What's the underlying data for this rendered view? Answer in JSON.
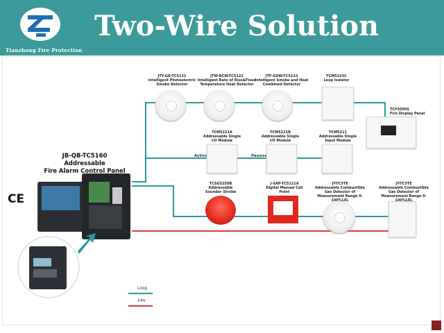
{
  "header": {
    "title": "Two-Wire Solution",
    "brand": "Tianzhong Fire Protection",
    "logo_icon": "tz-logo-icon",
    "bg_color": "#3d9a9a"
  },
  "panel": {
    "model": "JB-QB-TC5160",
    "line1": "Addressable",
    "line2": "Fire Alarm Control Panel"
  },
  "cert": "CE",
  "wire_labels": {
    "active": "Active",
    "passive": "Passive"
  },
  "devices_row1": [
    {
      "model": "JTY-GD-TC5121",
      "desc": "Intelligent Photoelectric Smoke Detector"
    },
    {
      "model": "JTW-BCW-TC5122",
      "desc": "Intelligent Rate of Rise&Fixed Temperature Heat Detector"
    },
    {
      "model": "JTF-GOW-TC5123",
      "desc": "Intelligent Smoke and Heat Combined Detector"
    },
    {
      "model": "TCM5223C",
      "desc": "Loop Isolator"
    },
    {
      "model": "TCF5050S",
      "desc": "Fire Display Panel"
    }
  ],
  "devices_row2": [
    {
      "model": "TCM5221A",
      "desc": "Addressable Single I/O Module"
    },
    {
      "model": "TCM5221B",
      "desc": "Addressable Single I/O Module"
    },
    {
      "model": "TCM5211",
      "desc": "Addressable Single Input Module"
    }
  ],
  "devices_row3": [
    {
      "model": "TCSG5250B",
      "desc": "Addressable Sounder Strobe"
    },
    {
      "model": "J-SAP-TC5121A",
      "desc": "Digital Manual Call Point"
    },
    {
      "model": "JT-TC5TE",
      "desc": "Addressable Combustible Gas Detector of Measurement Range 0-100%LEL"
    },
    {
      "model": "JT-TC5TE",
      "desc": "Addressable Combustible Gas Detector of Measurement Range 0-100%LEL"
    }
  ],
  "legend": {
    "loop": "Loop",
    "power": "24V"
  },
  "colors": {
    "loop": "#2a9a9a",
    "power": "#d43c3c",
    "brand": "#3d9a9a"
  }
}
